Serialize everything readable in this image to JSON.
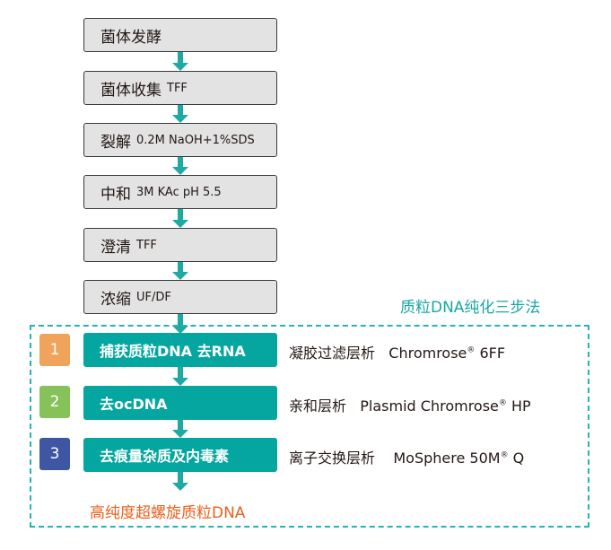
{
  "colors": {
    "teal": "#05a6a0",
    "arrow": "#1fa9a5",
    "grey_box": "#e3e3e3",
    "step1": "#f0a35b",
    "step2": "#86c15a",
    "step3": "#3f57a3",
    "final_text": "#e8611e"
  },
  "pre_steps": [
    {
      "cn": "菌体发酵",
      "en": ""
    },
    {
      "cn": "菌体收集",
      "en": "TFF"
    },
    {
      "cn": "裂解",
      "en": "0.2M NaOH+1%SDS"
    },
    {
      "cn": "中和",
      "en": "3M KAc pH 5.5"
    },
    {
      "cn": "澄清",
      "en": "TFF"
    },
    {
      "cn": "浓缩",
      "en": "UF/DF"
    }
  ],
  "purification": {
    "title": "质粒DNA纯化三步法",
    "steps": [
      {
        "num": "1",
        "label": "捕获质粒DNA 去RNA",
        "method": "凝胶过滤层析",
        "product": "Chromrose",
        "reg": "®",
        "suffix": "6FF"
      },
      {
        "num": "2",
        "label": "去ocDNA",
        "method": "亲和层析",
        "product": "Plasmid Chromrose",
        "reg": "®",
        "suffix": "HP"
      },
      {
        "num": "3",
        "label": "去痕量杂质及内毒素",
        "method": "离子交换层析",
        "product": "MoSphere 50M",
        "reg": "®",
        "suffix": "Q"
      }
    ],
    "result": "高纯度超螺旋质粒DNA"
  }
}
